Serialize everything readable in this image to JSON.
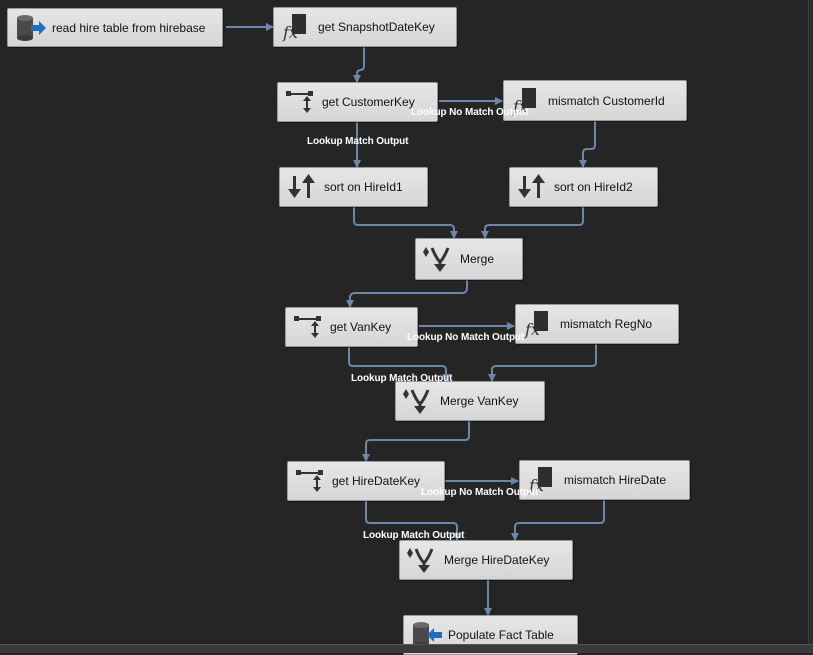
{
  "tasks": {
    "read_hire": "read hire table from hirebase",
    "get_snapshot": "get SnapshotDateKey",
    "get_customer": "get CustomerKey",
    "mismatch_customer": "mismatch CustomerId",
    "sort1": "sort on HireId1",
    "sort2": "sort on HireId2",
    "merge": "Merge",
    "get_van": "get VanKey",
    "mismatch_regno": "mismatch RegNo",
    "merge_van": "Merge VanKey",
    "get_hiredate": "get HireDateKey",
    "mismatch_hiredate": "mismatch HireDate",
    "merge_hiredate": "Merge HireDateKey",
    "populate": "Populate Fact Table"
  },
  "edge_labels": {
    "no_match_1": "Lookup No Match Output",
    "match_1": "Lookup Match Output",
    "no_match_2": "Lookup No Match Output",
    "match_2": "Lookup Match Output",
    "no_match_3": "Lookup No Match Output",
    "match_3": "Lookup Match Output"
  },
  "icons": {
    "source": "database-source-icon",
    "derived": "derived-column-fx-icon",
    "lookup": "lookup-icon",
    "sort": "sort-icon",
    "merge": "merge-icon",
    "destination": "database-destination-icon"
  },
  "colors": {
    "background": "#252526",
    "connector": "#6d87a8",
    "task_fill": "#dcdcdc",
    "label_text": "#ffffff"
  }
}
